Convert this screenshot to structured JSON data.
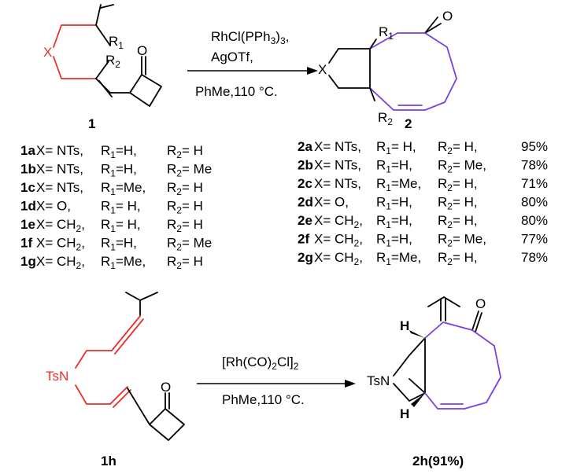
{
  "reaction1": {
    "reagent_line1": "RhCl(PPh3)3,",
    "reagent_line2": "AgOTf,",
    "conditions": "PhMe,110 °C.",
    "substrate_label": "1",
    "product_label": "2"
  },
  "substrate_atoms": {
    "x": "X",
    "r1": "R1",
    "r2": "R2",
    "o": "O"
  },
  "product_atoms": {
    "x": "X",
    "r1": "R1",
    "r2": "R2",
    "o": "O"
  },
  "substrates": [
    {
      "id": "1a",
      "x": "X= NTs,",
      "r1": "R1=H,",
      "r2": "R2= H"
    },
    {
      "id": "1b",
      "x": "X= NTs,",
      "r1": "R1=H,",
      "r2": "R2= Me"
    },
    {
      "id": "1c",
      "x": "X= NTs,",
      "r1": "R1=Me,",
      "r2": "R2= H"
    },
    {
      "id": "1d",
      "x": "X= O,",
      "r1": "R1= H,",
      "r2": "R2= H"
    },
    {
      "id": "1e",
      "x": "X= CH2,",
      "r1": "R1= H,",
      "r2": "R2= H"
    },
    {
      "id": "1f",
      "x": "X= CH2,",
      "r1": "R1=H,",
      "r2": "R2= Me"
    },
    {
      "id": "1g",
      "x": "X= CH2,",
      "r1": "R1=Me,",
      "r2": "R2= H"
    }
  ],
  "products": [
    {
      "id": "2a",
      "x": "X= NTs,",
      "r1": "R1= H,",
      "r2": "R2= H,",
      "yield": "95%"
    },
    {
      "id": "2b",
      "x": "X= NTs,",
      "r1": "R1=H,",
      "r2": "R2= Me,",
      "yield": "78%"
    },
    {
      "id": "2c",
      "x": "X= NTs,",
      "r1": "R1=Me,",
      "r2": "R2= H,",
      "yield": "71%"
    },
    {
      "id": "2d",
      "x": "X= O,",
      "r1": "R1=H,",
      "r2": "R2= H,",
      "yield": "80%"
    },
    {
      "id": "2e",
      "x": "X= CH2,",
      "r1": "R1=H,",
      "r2": "R2= H,",
      "yield": "80%"
    },
    {
      "id": "2f",
      "x": "X= CH2,",
      "r1": "R1=H,",
      "r2": "R2= Me,",
      "yield": "77%"
    },
    {
      "id": "2g",
      "x": "X= CH2,",
      "r1": "R1=Me,",
      "r2": "R2= H,",
      "yield": "78%"
    }
  ],
  "reaction2": {
    "reagent": "[Rh(CO)2Cl]2",
    "conditions": "PhMe,110 °C.",
    "substrate_label": "1h",
    "product_label": "2h(91%)",
    "substrate_n": "TsN",
    "substrate_o": "O",
    "product_n": "TsN",
    "product_o": "O",
    "product_h_top": "H",
    "product_h_bottom": "H"
  },
  "colors": {
    "tether": "#e8302a",
    "new_ring": "#7b3fe0",
    "ink": "#000000"
  }
}
